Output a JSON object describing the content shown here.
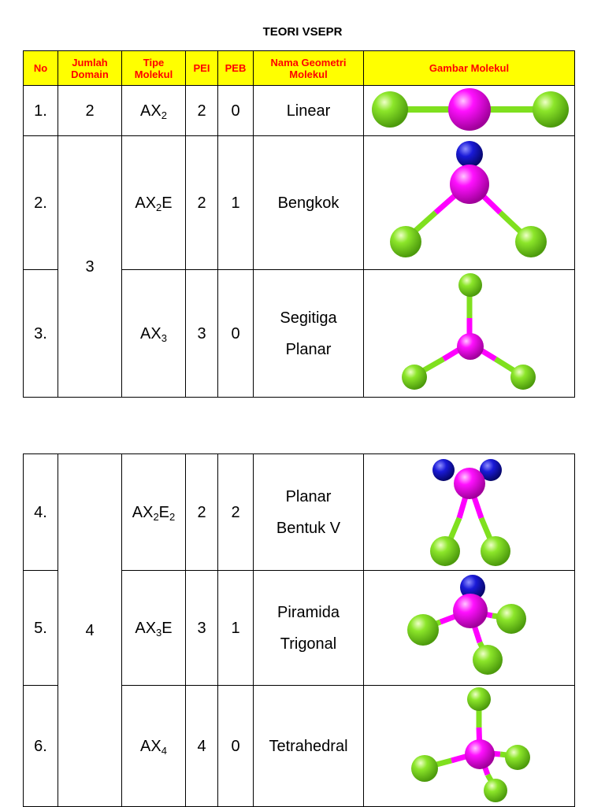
{
  "title": "TEORI VSEPR",
  "headers": {
    "no": "No",
    "domain_1": "Jumlah",
    "domain_2": "Domain",
    "type_1": "Tipe",
    "type_2": "Molekul",
    "pei": "PEI",
    "peb": "PEB",
    "geometry_1": "Nama Geometri",
    "geometry_2": "Molekul",
    "image": "Gambar Molekul"
  },
  "rows": [
    {
      "no": "1.",
      "domain": "2",
      "type_base": "AX",
      "type_sub": "2",
      "type_tail": "",
      "type_sub2": "",
      "pei": "2",
      "peb": "0",
      "geometry_1": "Linear",
      "geometry_2": ""
    },
    {
      "no": "2.",
      "domain": "3",
      "type_base": "AX",
      "type_sub": "2",
      "type_tail": "E",
      "type_sub2": "",
      "pei": "2",
      "peb": "1",
      "geometry_1": "Bengkok",
      "geometry_2": ""
    },
    {
      "no": "3.",
      "domain": "",
      "type_base": "AX",
      "type_sub": "3",
      "type_tail": "",
      "type_sub2": "",
      "pei": "3",
      "peb": "0",
      "geometry_1": "Segitiga",
      "geometry_2": "Planar"
    },
    {
      "no": "4.",
      "domain": "4",
      "type_base": "AX",
      "type_sub": "2",
      "type_tail": "E",
      "type_sub2": "2",
      "pei": "2",
      "peb": "2",
      "geometry_1": "Planar",
      "geometry_2": "Bentuk V"
    },
    {
      "no": "5.",
      "domain": "",
      "type_base": "AX",
      "type_sub": "3",
      "type_tail": "E",
      "type_sub2": "",
      "pei": "3",
      "peb": "1",
      "geometry_1": "Piramida",
      "geometry_2": "Trigonal"
    },
    {
      "no": "6.",
      "domain": "",
      "type_base": "AX",
      "type_sub": "4",
      "type_tail": "",
      "type_sub2": "",
      "pei": "4",
      "peb": "0",
      "geometry_1": "Tetrahedral",
      "geometry_2": ""
    }
  ],
  "colors": {
    "header_bg": "#ffff00",
    "header_text": "#ff0000",
    "central_atom": "#ff00ff",
    "ligand_atom": "#7fe01e",
    "lone_pair": "#1a1adc"
  }
}
